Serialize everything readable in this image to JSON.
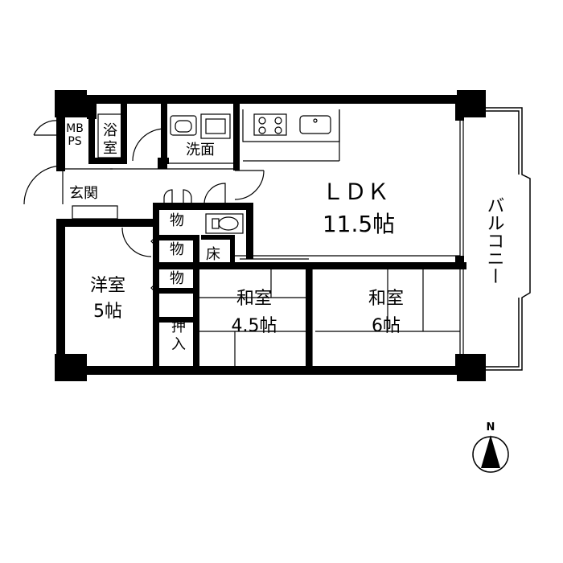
{
  "rooms": {
    "ldk_name": "ＬＤＫ",
    "ldk_size": "11.5帖",
    "youshitsu_name": "洋室",
    "youshitsu_size": "5帖",
    "washitsu1_name": "和室",
    "washitsu1_size": "4.5帖",
    "washitsu2_name": "和室",
    "washitsu2_size": "6帖",
    "bath": "浴室",
    "bath_top": "浴",
    "bath_bottom": "室",
    "senmen": "洗面",
    "genkan": "玄関",
    "mbps_top": "MB",
    "mbps_bottom": "PS",
    "storage1": "物",
    "storage2": "物",
    "storage3": "物",
    "toko": "床",
    "oshiire_top": "押",
    "oshiire_bottom": "入",
    "balcony": "バルコニー"
  },
  "compass": {
    "label": "N"
  },
  "icons": [
    "stove-icon",
    "sink-icon",
    "toilet-icon",
    "washbasin-icon",
    "washing-machine-icon",
    "compass-icon"
  ]
}
